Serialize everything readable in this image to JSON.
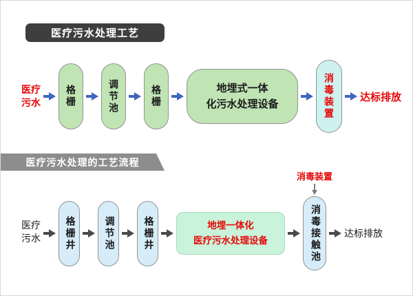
{
  "top_section": {
    "title": "医疗污水处理工艺",
    "source_label": "医疗\n污水",
    "pills": [
      "格栅",
      "调节池",
      "格栅"
    ],
    "equipment_box": "地埋式一体\n化污水处理设备",
    "disinfection_pill": "消毒装置",
    "output_label": "达标排放",
    "colors": {
      "title_bg": "#3e3e3e",
      "pill_green": "#c0e4b4",
      "disinfection_bg": "#cdf2ef",
      "arrow": "#4166bd",
      "accent_red": "#e60808"
    }
  },
  "bottom_section": {
    "title": "医疗污水处理的工艺流程",
    "source_label": "医疗\n污水",
    "pills": [
      "格栅井",
      "调节池",
      "格栅井"
    ],
    "equipment_box": "地埋一体化\n医疗污水处理设备",
    "contact_pill": "消毒接触池",
    "disinfection_label": "消毒装置",
    "output_label": "达标排放",
    "colors": {
      "banner_bg": "#8d8d8d",
      "pill_blue": "#d6ecf8",
      "box_green": "#c9f3da",
      "arrow": "#4a4a4a",
      "accent_red": "#e60808"
    }
  }
}
